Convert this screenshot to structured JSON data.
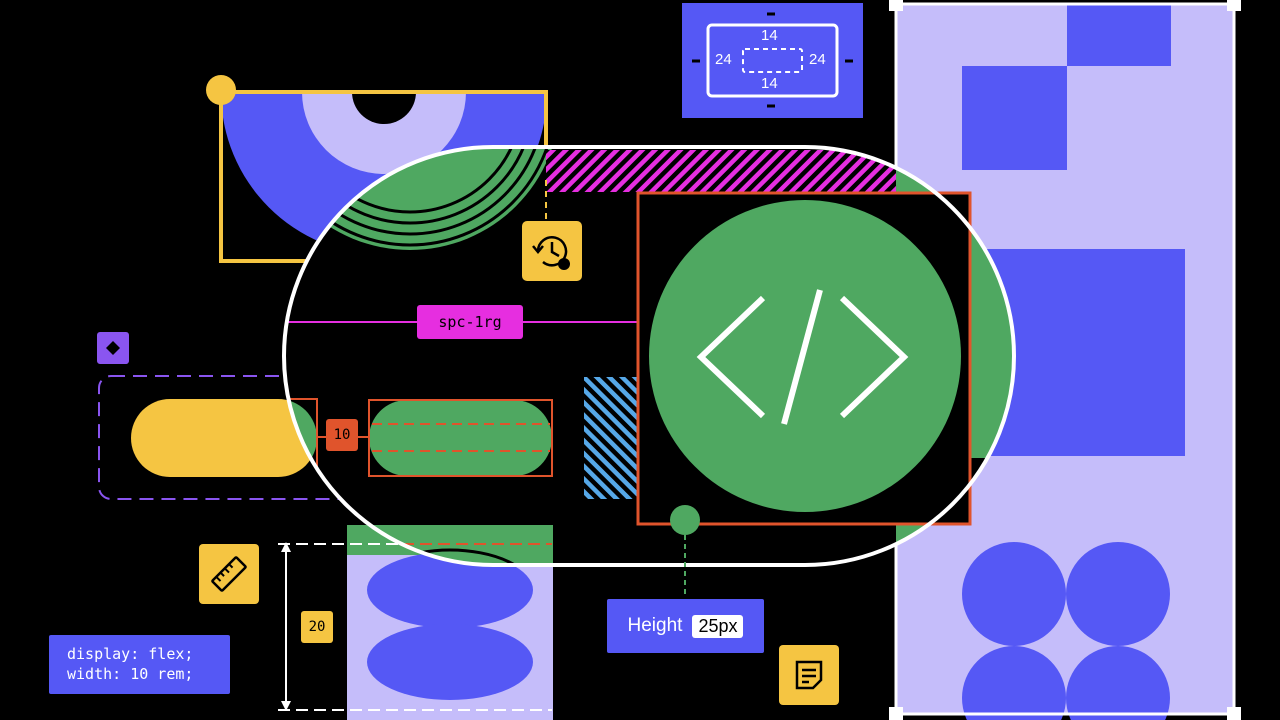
{
  "colors": {
    "background": "#000000",
    "yellow": "#f5c542",
    "blue": "#5558f5",
    "lavender": "#c5bdfa",
    "green": "#4fa861",
    "magenta": "#e62ee0",
    "orange": "#e0542c",
    "purple": "#8a55f0",
    "light_blue": "#56a8e8",
    "white": "#ffffff"
  },
  "spacing_box": {
    "top": "14",
    "bottom": "14",
    "left": "24",
    "right": "24"
  },
  "token_label": "spc-1rg",
  "gap_badge": "10",
  "height_badge": "20",
  "height_tag": {
    "label": "Height",
    "value": "25px"
  },
  "code_snippet": {
    "line1": "display: flex;",
    "line2": "width: 10 rem;"
  },
  "icons": {
    "history": "history-icon",
    "ruler": "ruler-icon",
    "document": "document-icon",
    "diamond": "diamond-icon",
    "code": "code-icon"
  }
}
